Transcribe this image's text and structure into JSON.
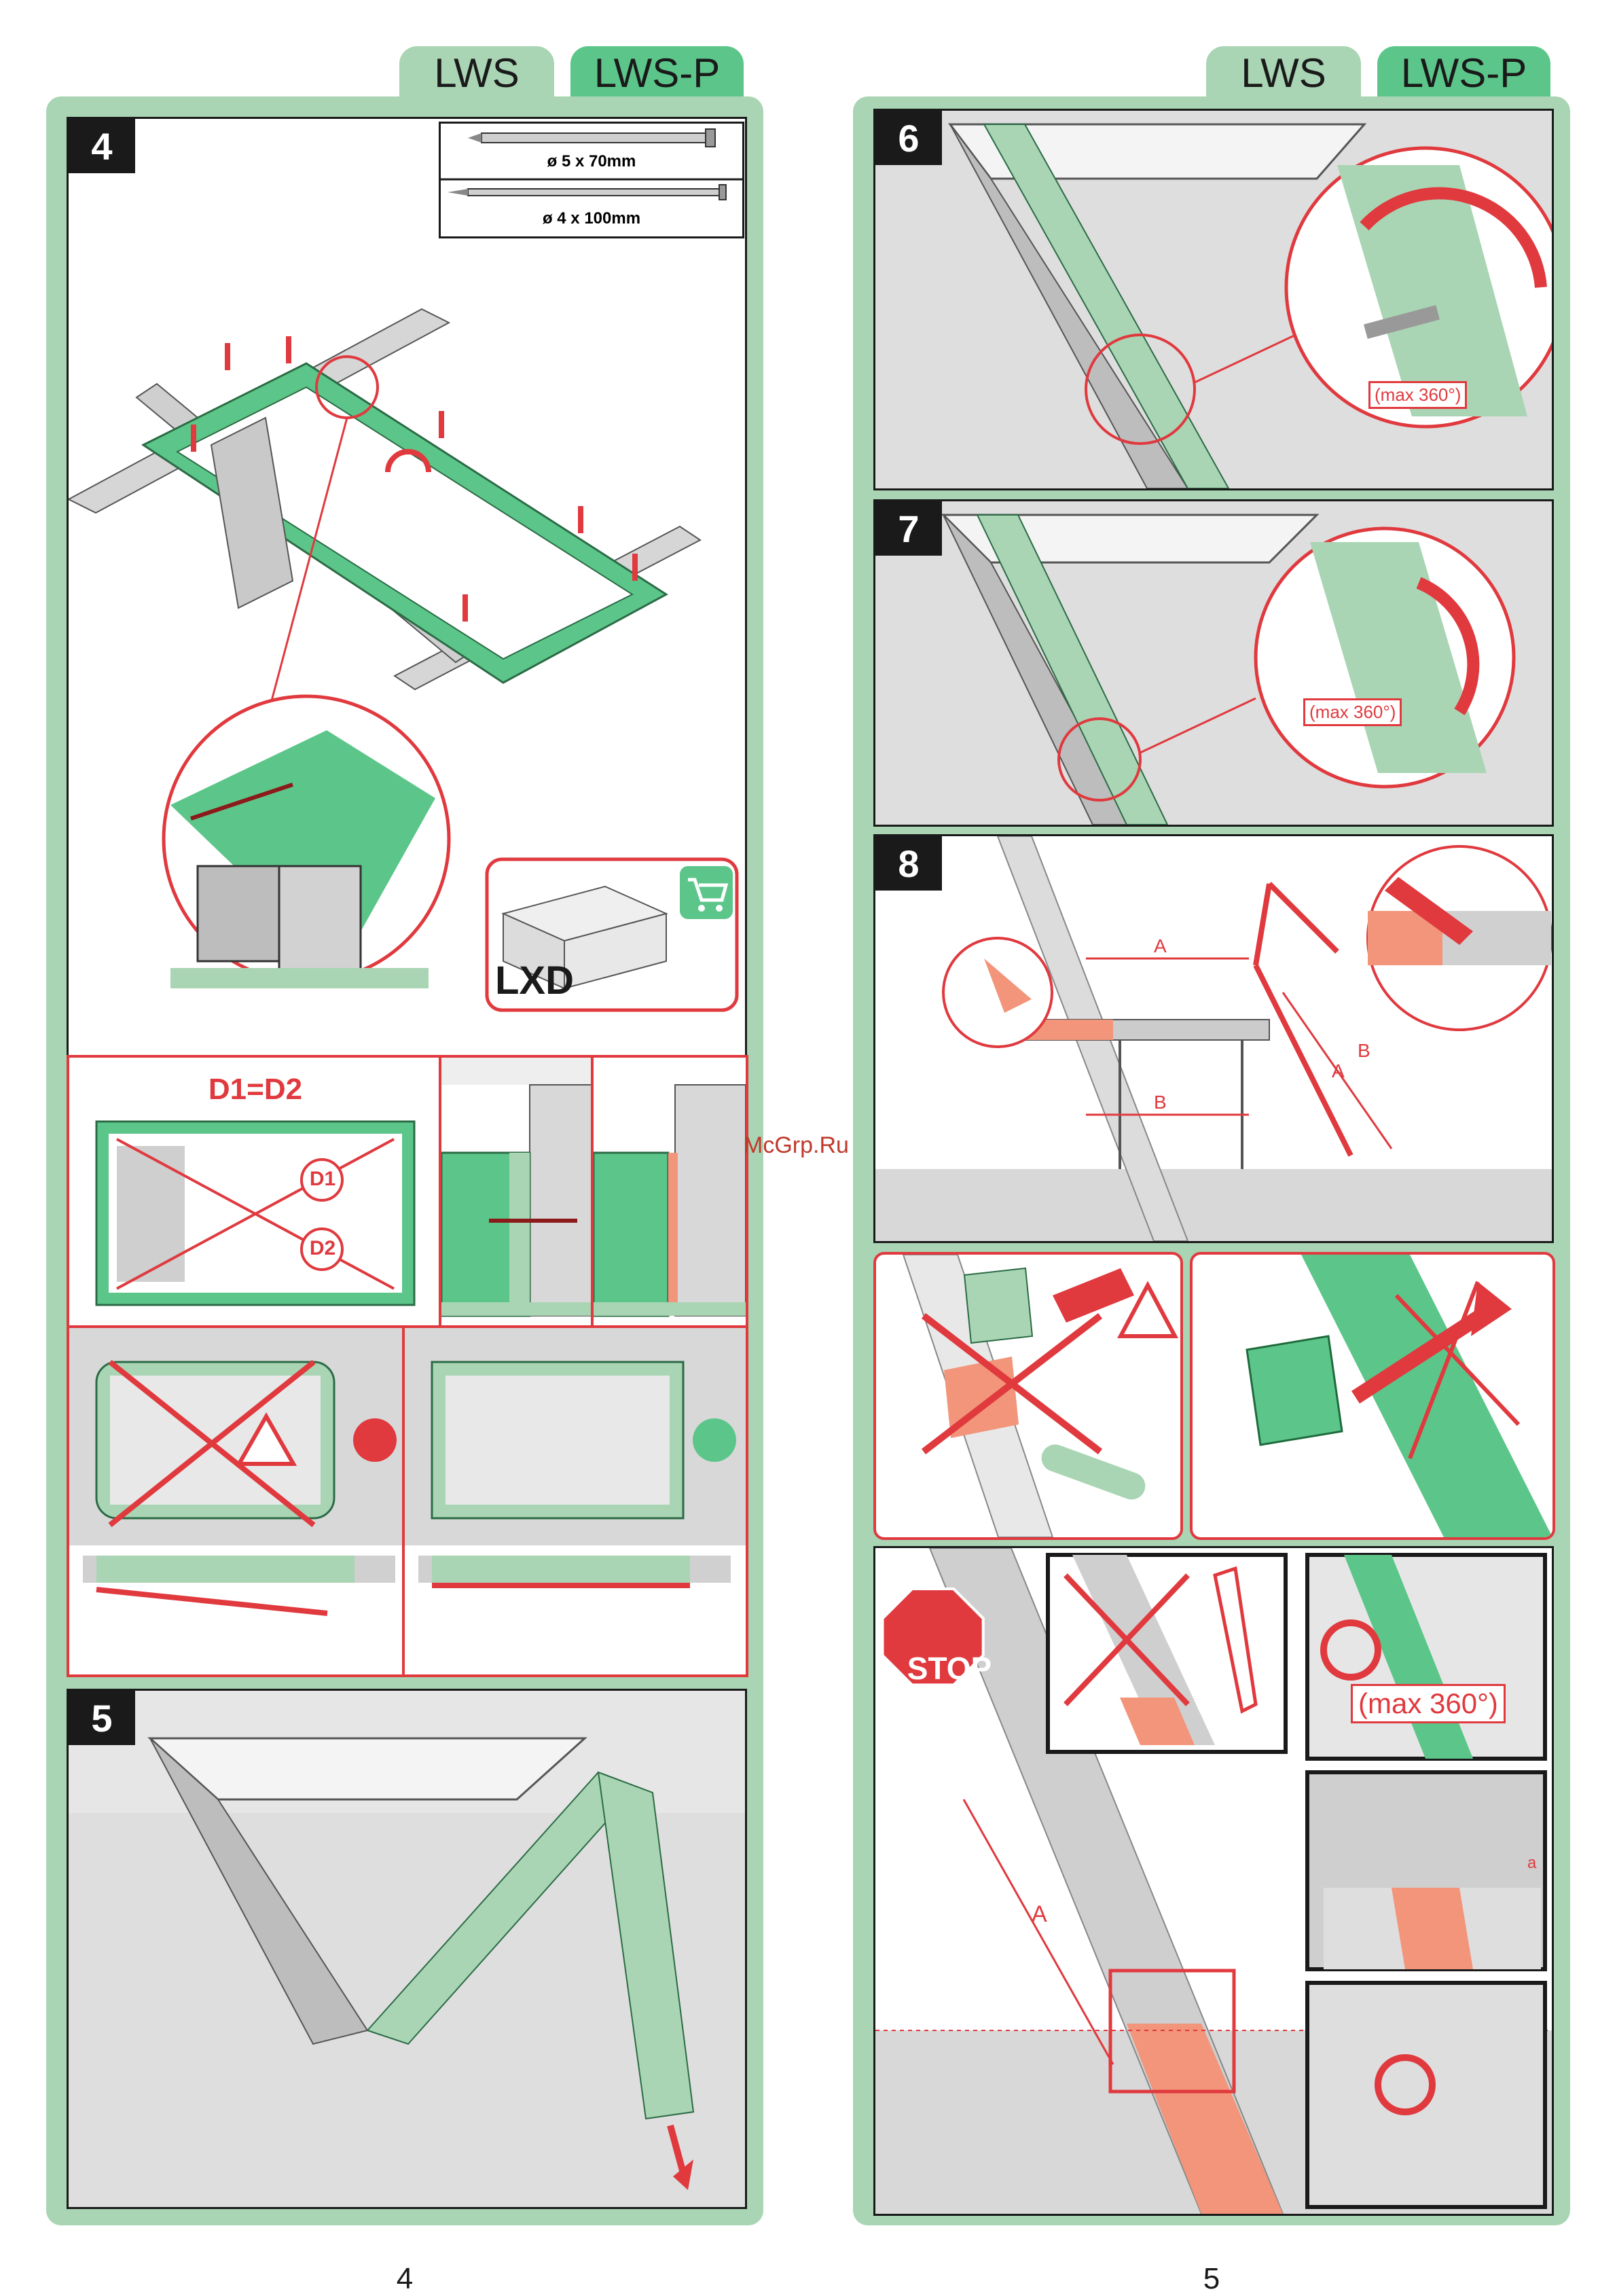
{
  "tabs": {
    "lws": "LWS",
    "lws_p": "LWS-P"
  },
  "steps": {
    "s4": "4",
    "s5": "5",
    "s6": "6",
    "s7": "7",
    "s8": "8"
  },
  "screws": {
    "screw_1": "ø 5 x 70mm",
    "screw_2": "ø 4 x 100mm"
  },
  "kit": {
    "label": "LXD",
    "icon": "shopping-cart-icon"
  },
  "diagonals": {
    "title": "D1=D2",
    "d1": "D1",
    "d2": "D2"
  },
  "rotation": {
    "max_label": "(max 360°)"
  },
  "measure": {
    "a": "A",
    "b": "B",
    "small_a": "a"
  },
  "stop": "STOP",
  "watermark": "McGrp.Ru",
  "page_numbers": {
    "left": "4",
    "right": "5"
  },
  "colors": {
    "green": "#5cc68a",
    "light_green": "#a9d5b4",
    "red": "#e0393e",
    "salmon": "#f2957a",
    "grey": "#b8b8b8"
  },
  "icons": [
    "warning-icon",
    "thumbs-down-icon",
    "thumbs-up-icon",
    "shopping-cart-icon",
    "wrench-icon",
    "saw-icon",
    "drill-icon",
    "rotate-arrow-icon"
  ]
}
